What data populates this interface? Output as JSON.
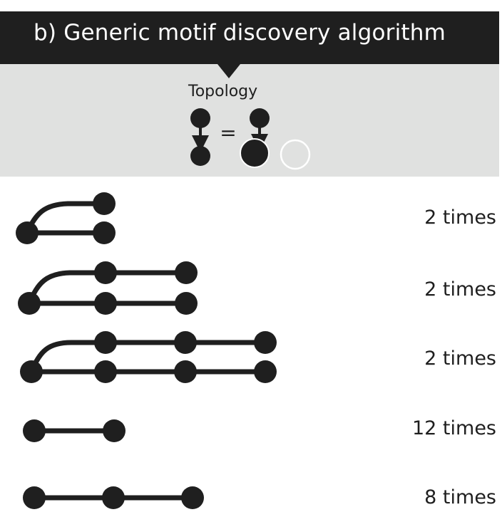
{
  "header": {
    "title": "b) Generic motif discovery algorithm"
  },
  "topology": {
    "label": "Topology",
    "equals": "="
  },
  "motifs": [
    {
      "count": "2 times"
    },
    {
      "count": "2 times"
    },
    {
      "count": "2 times"
    },
    {
      "count": "12 times"
    },
    {
      "count": "8 times"
    }
  ],
  "colors": {
    "header_bg": "#1f1f1f",
    "panel_bg": "#e0e1e0",
    "node": "#1f1f1f"
  }
}
